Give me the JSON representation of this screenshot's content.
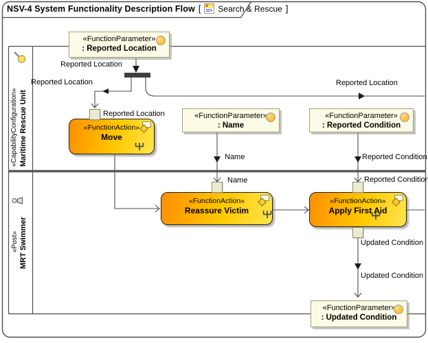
{
  "frame": {
    "title": "NSV-4 System Functionality Description Flow",
    "bracket_open": "[",
    "bracket_close": "]",
    "context_name": "Search & Rescue",
    "icon": "nsv-diagram-icon"
  },
  "lanes": [
    {
      "stereotype": "«CapabilityConfiguration»",
      "name": "Maritime Rescue Unit",
      "icon": "capability-configuration-icon"
    },
    {
      "stereotype": "«Post»",
      "name": "MRT Swimmer",
      "icon": "post-person-icon"
    }
  ],
  "parameters": [
    {
      "stereotype": "«FunctionParameter»",
      "name": ": Reported Location"
    },
    {
      "stereotype": "«FunctionParameter»",
      "name": ": Name"
    },
    {
      "stereotype": "«FunctionParameter»",
      "name": ": Reported Condition"
    },
    {
      "stereotype": "«FunctionParameter»",
      "name": ": Updated Condition"
    }
  ],
  "actions": [
    {
      "stereotype": "«FunctionAction»",
      "name": "Move"
    },
    {
      "stereotype": "«FunctionAction»",
      "name": "Reassure Victim"
    },
    {
      "stereotype": "«FunctionAction»",
      "name": "Apply First Aid"
    }
  ],
  "flow_labels": {
    "reported_location_into_fork": "Reported Location",
    "reported_location_left_branch": "Reported Location",
    "reported_location_right_branch": "Reported Location",
    "reported_location_pin": "Reported Location",
    "name_upper": "Name",
    "name_lower": "Name",
    "reported_condition_upper": "Reported Condition",
    "reported_condition_lower": "Reported Condition",
    "updated_condition_upper": "Updated Condition",
    "updated_condition_lower": "Updated Condition"
  },
  "colors": {
    "action_gradient_start": "#FF8F00",
    "action_gradient_end": "#FFE54D",
    "parameter_fill": "#FCFBE6",
    "parameter_border": "#A2A278",
    "parameter_circle": "#FFB92E",
    "fork_fill": "#3F3F3F",
    "line": "#4A4A4A"
  }
}
